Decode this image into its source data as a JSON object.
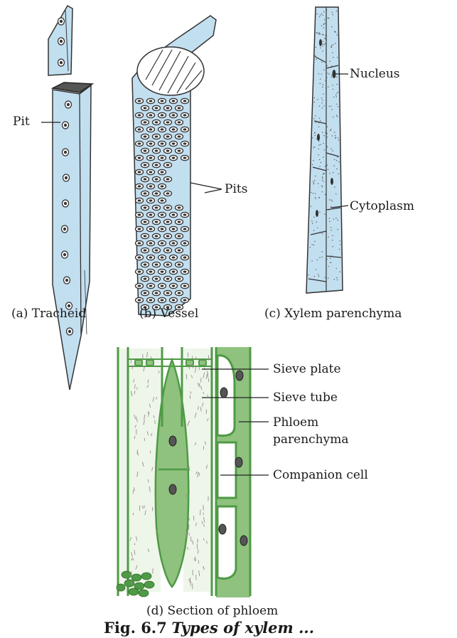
{
  "figure": {
    "caption_prefix": "Fig. 6.7",
    "caption_text": "Types of xylem ..."
  },
  "panels": {
    "tracheid": {
      "caption": "(a) Tracheid",
      "label_pit": "Pit"
    },
    "vessel": {
      "caption": "(b) Vessel",
      "label_pits": "Pits"
    },
    "xylem_parenchyma": {
      "caption": "(c) Xylem parenchyma",
      "label_nucleus": "Nucleus",
      "label_cytoplasm": "Cytoplasm"
    },
    "phloem": {
      "caption": "(d) Section of phloem",
      "label_sieve_plate": "Sieve plate",
      "label_sieve_tube": "Sieve tube",
      "label_phloem_parenchyma_1": "Phloem",
      "label_phloem_parenchyma_2": "parenchyma",
      "label_companion_cell": "Companion cell"
    }
  },
  "colors": {
    "xylem_fill": "#c2dff0",
    "phloem_fill": "#8fc27e",
    "phloem_light": "#bfe0b0",
    "phloem_wall": "#4f9a45",
    "ink": "#333333"
  }
}
